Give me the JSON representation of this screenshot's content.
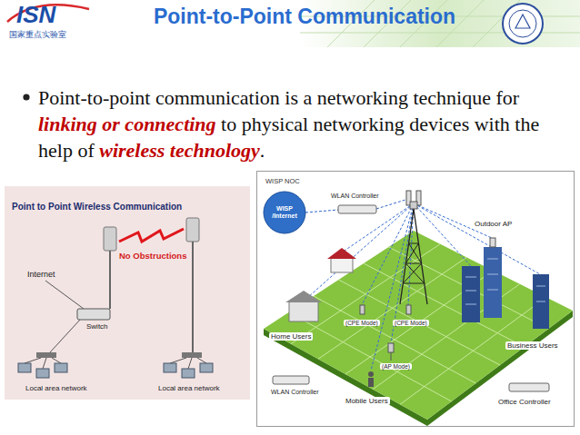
{
  "diagram": {
    "title": "Point-to-Point Communication",
    "nodes": [
      {
        "text": [
          "Point to Point Wireless Communication"
        ]
      },
      {
        "text": [
          "WISP NOC"
        ]
      },
      {
        "text": [
          "WISP /Internet"
        ],
        "in": 1
      }
    ],
    "labels": [
      "ISN",
      "国家重点实验室",
      "Point-to-point communication is a networking technique for",
      "linking or connecting",
      "to physical networking devices with the help of",
      "wireless technology",
      ".",
      "No Obstructions",
      "Internet",
      "Switch",
      "Local area network",
      "Local area network",
      "WLAN Controller",
      "Outdoor AP",
      "Home Users",
      "(CPE Mode)",
      "(CPE Mode)",
      "Business Users",
      "(AP Mode)",
      "WLAN Controller",
      "Mobile Users",
      "Office Controller"
    ]
  }
}
